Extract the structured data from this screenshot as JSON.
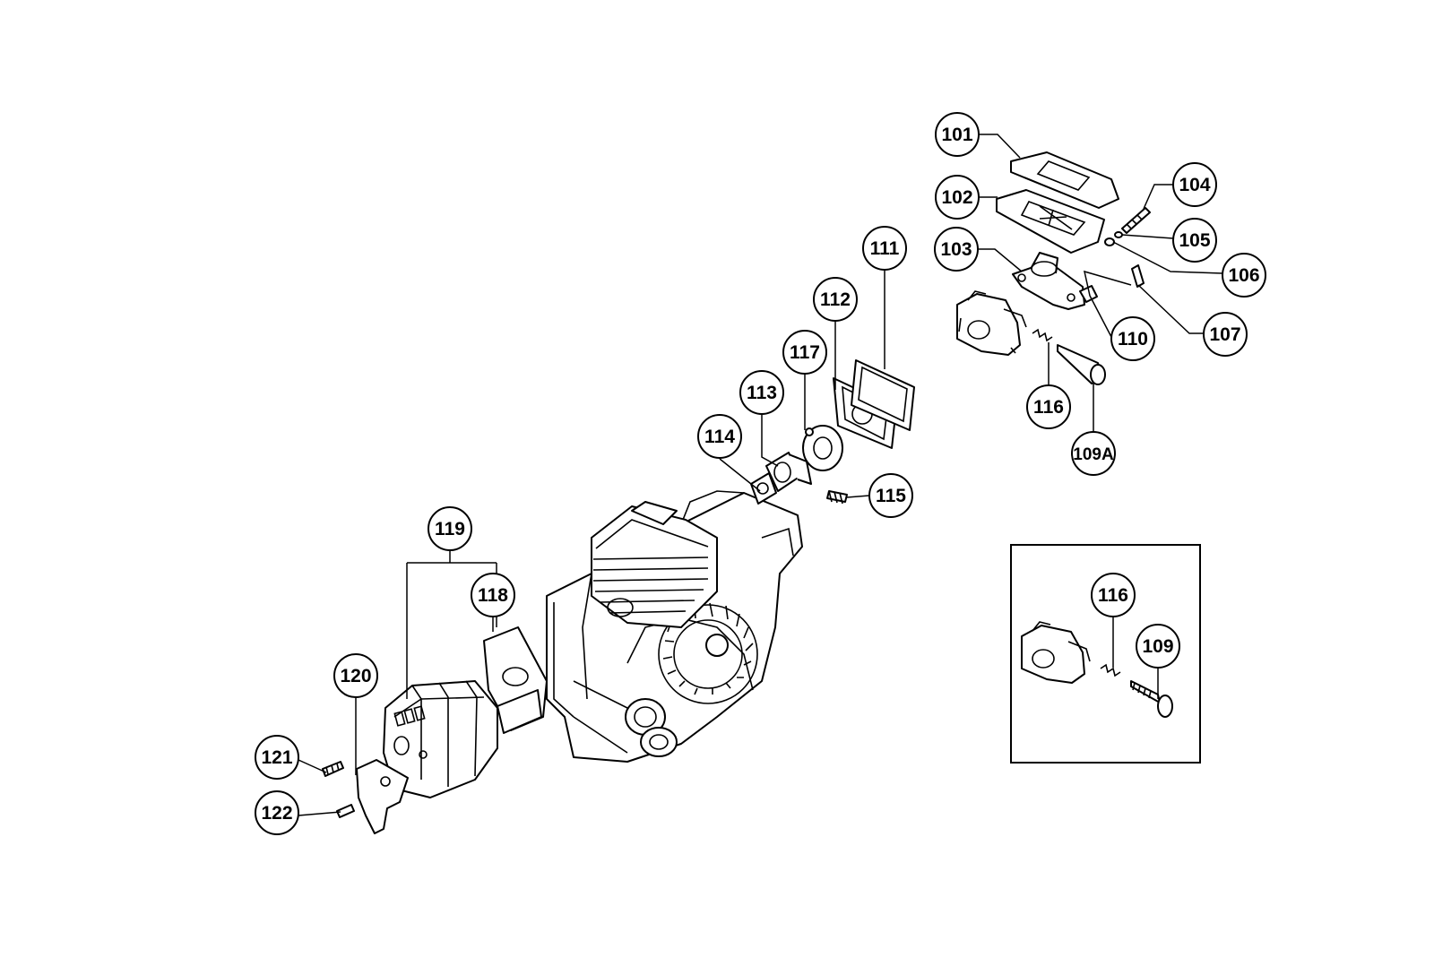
{
  "callouts": {
    "c101": "101",
    "c102": "102",
    "c103": "103",
    "c104": "104",
    "c105": "105",
    "c106": "106",
    "c107": "107",
    "c109": "109",
    "c109a": "109A",
    "c110": "110",
    "c111": "111",
    "c112": "112",
    "c113": "113",
    "c114": "114",
    "c115": "115",
    "c116": "116",
    "c116b": "116",
    "c117": "117",
    "c118": "118",
    "c119": "119",
    "c120": "120",
    "c121": "121",
    "c122": "122"
  }
}
